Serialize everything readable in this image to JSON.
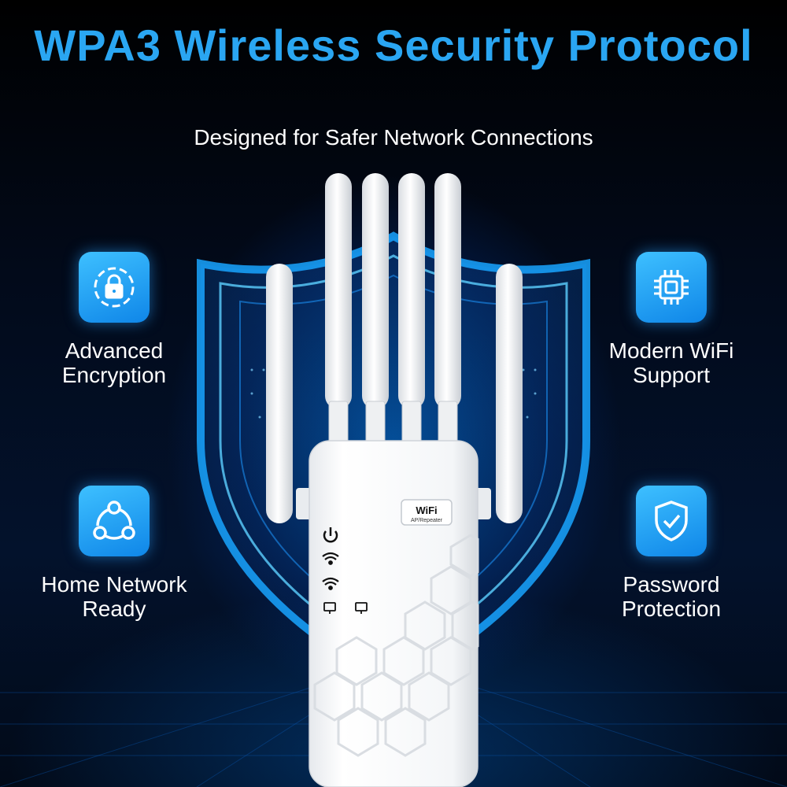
{
  "header": {
    "title": "WPA3 Wireless Security Protocol",
    "subtitle": "Designed for Safer Network Connections"
  },
  "features": [
    {
      "label": "Advanced\nEncryption",
      "icon": "lock-icon"
    },
    {
      "label": "Modern WiFi\nSupport",
      "icon": "chip-icon"
    },
    {
      "label": "Home Network\nReady",
      "icon": "network-nodes-icon"
    },
    {
      "label": "Password\nProtection",
      "icon": "shield-check-icon"
    }
  ],
  "device": {
    "badge_logo": "WiFi",
    "badge_mode": "AP/Repeater",
    "indicator_icons": [
      "power-icon",
      "wifi-icon",
      "wifi-icon",
      "ethernet-port-icon",
      "ethernet-port-icon"
    ]
  },
  "colors": {
    "accent": "#2aa6f2",
    "tile": "#1a9af0",
    "background": "#02060f",
    "glow": "#0a8cff"
  }
}
